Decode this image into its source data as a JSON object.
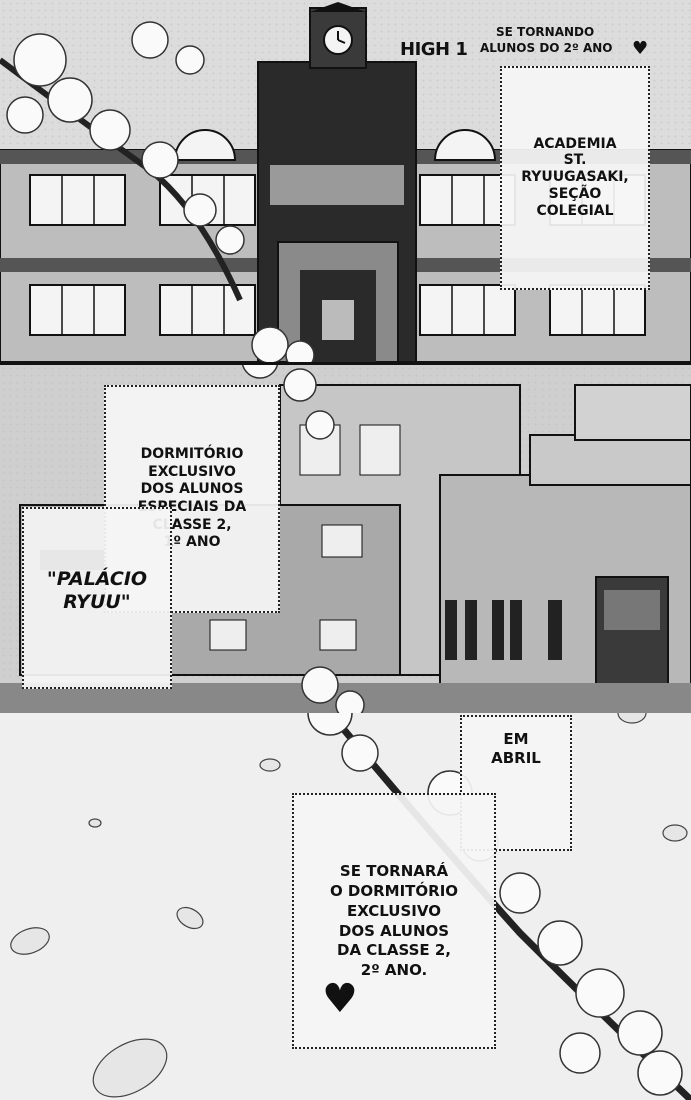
{
  "header": {
    "chapter_label": "HIGH 1",
    "caption_line1": "SE TORNANDO",
    "caption_line2": "ALUNOS DO 2º ANO"
  },
  "captions": {
    "academy": [
      "ACADEMIA",
      "ST.",
      "RYUUGASAKI,",
      "SEÇÃO",
      "COLEGIAL"
    ],
    "dorm": [
      "DORMITÓRIO",
      "EXCLUSIVO",
      "DOS ALUNOS",
      "ESPECIAIS DA",
      "CLASSE 2,",
      "1º ANO"
    ],
    "palace": [
      "\"PALÁCIO",
      "RYUU\""
    ],
    "april": [
      "EM",
      "ABRIL"
    ],
    "becomes": [
      "SE TORNARÁ",
      "O DORMITÓRIO",
      "EXCLUSIVO",
      "DOS ALUNOS",
      "DA CLASSE 2,",
      "2º  ANO."
    ]
  },
  "icons": {
    "heart_small": "heart-icon",
    "heart_large": "heart-icon",
    "petal": "petal-icon",
    "clock": "clock-icon",
    "flower": "flower-icon"
  },
  "colors": {
    "ink": "#111111",
    "paper": "#f2f2f2"
  }
}
